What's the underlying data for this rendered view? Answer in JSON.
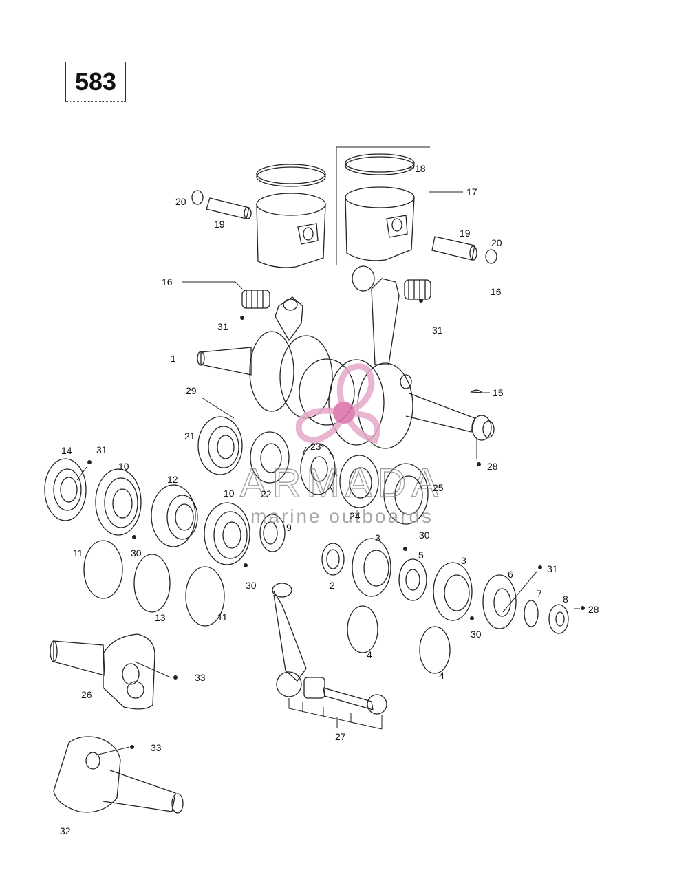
{
  "page_number": "583",
  "watermark": {
    "brand": "ARMADA",
    "tagline": "marine outboards",
    "brand_color": "#8a8a8a",
    "logo_color": "#e7a9c8",
    "logo_center_color": "#d96ea6"
  },
  "callouts": {
    "c1": "1",
    "c2": "2",
    "c3a": "3",
    "c3b": "3",
    "c4a": "4",
    "c4b": "4",
    "c5": "5",
    "c6": "6",
    "c7": "7",
    "c8": "8",
    "c9": "9",
    "c10a": "10",
    "c10b": "10",
    "c11a": "11",
    "c11b": "11",
    "c12": "12",
    "c13": "13",
    "c14": "14",
    "c15": "15",
    "c16a": "16",
    "c16b": "16",
    "c17": "17",
    "c18": "18",
    "c19a": "19",
    "c19b": "19",
    "c20a": "20",
    "c20b": "20",
    "c21": "21",
    "c22": "22",
    "c23": "23",
    "c24": "24",
    "c25": "25",
    "c26": "26",
    "c27": "27",
    "c28a": "28",
    "c28b": "28",
    "c29": "29",
    "c30a": "30",
    "c30b": "30",
    "c30c": "30",
    "c30d": "30",
    "c31a": "31",
    "c31b": "31",
    "c31c": "31",
    "c31d": "31",
    "c32": "32",
    "c33a": "33",
    "c33b": "33"
  }
}
